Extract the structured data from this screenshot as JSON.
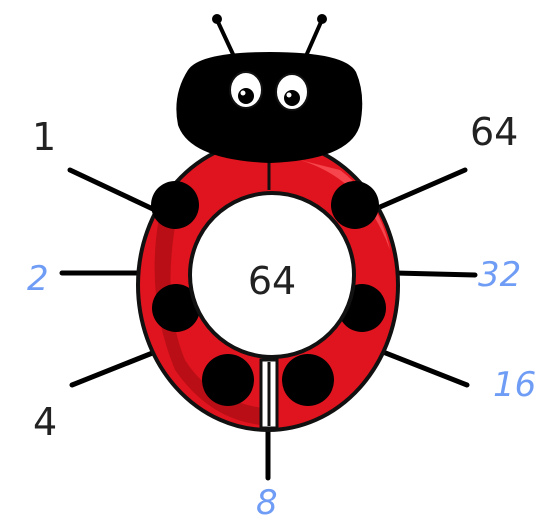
{
  "center_value": "64",
  "top_left_value": "1",
  "top_right_value": "64",
  "bottom_left_value": "4",
  "answers": {
    "left_middle": "2",
    "right_middle": "32",
    "right_bottom": "16",
    "bottom": "8"
  },
  "colors": {
    "shell": "#e0141e",
    "shell_dark": "#b00c14",
    "head": "#000000",
    "handwriting": "#6f9cf5",
    "printed_text": "#222222"
  }
}
